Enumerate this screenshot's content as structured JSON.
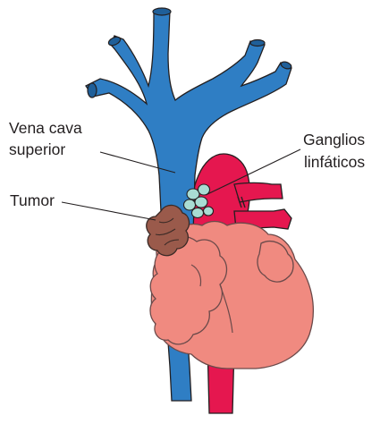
{
  "labels": {
    "vena_cava_line1": "Vena cava",
    "vena_cava_line2": "superior",
    "ganglios_line1": "Ganglios",
    "ganglios_line2": "linfáticos",
    "tumor": "Tumor"
  },
  "colors": {
    "vein": "#2f7ec4",
    "vein_dark": "#1f5f99",
    "artery": "#e5174f",
    "heart": "#f08a80",
    "heart_stroke": "#6b4a4a",
    "lymph": "#a9dcd3",
    "tumor": "#9a5a4b",
    "leader_line": "#231f20"
  }
}
